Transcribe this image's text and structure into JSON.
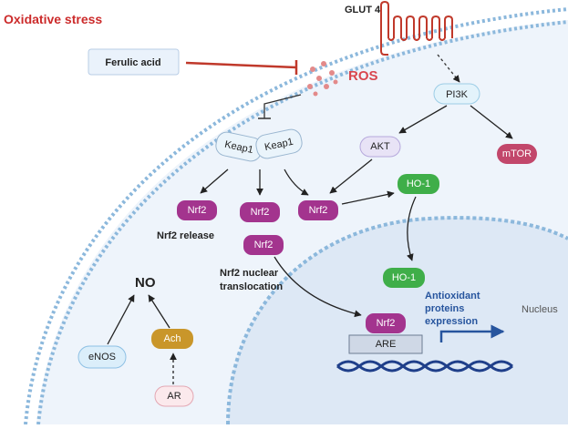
{
  "header": {
    "oxidative_stress": "Oxidative stress",
    "glut4": "GLUT 4"
  },
  "molecules": {
    "ferulic_acid": "Ferulic acid",
    "ros": "ROS",
    "pi3k": "PI3K",
    "keap1_left": "Keap1",
    "keap1_right": "Keap1",
    "akt": "AKT",
    "mtor": "mTOR",
    "nrf2_a": "Nrf2",
    "nrf2_b": "Nrf2",
    "nrf2_c": "Nrf2",
    "nrf2_d": "Nrf2",
    "nrf2_e": "Nrf2",
    "ho1_cytoplasm": "HO-1",
    "ho1_nucleus": "HO-1",
    "are": "ARE",
    "no": "NO",
    "enos": "eNOS",
    "ach": "Ach",
    "ar": "AR"
  },
  "labels": {
    "nrf2_release": "Nrf2 release",
    "nrf2_translocation_line1": "Nrf2 nuclear",
    "nrf2_translocation_line2": "translocation",
    "antioxidant_line1": "Antioxidant",
    "antioxidant_line2": "proteins",
    "antioxidant_line3": "expression",
    "nucleus": "Nucleus"
  },
  "colors": {
    "nrf2": "#a3348e",
    "ho1": "#3fae49",
    "akt": "#e8e3f6",
    "mtor": "#c2476b",
    "pi3k": "#e3f3fb",
    "ach": "#c9962a",
    "enos": "#dbeefa",
    "ar": "#fbe9ec",
    "ros": "#d9474f",
    "stress": "#cc2b2b",
    "membrane": "#8cb8dc",
    "nucleus_fill": "#e6eff9",
    "cell_fill": "#edf3fb",
    "antioxidant": "#27559e"
  }
}
